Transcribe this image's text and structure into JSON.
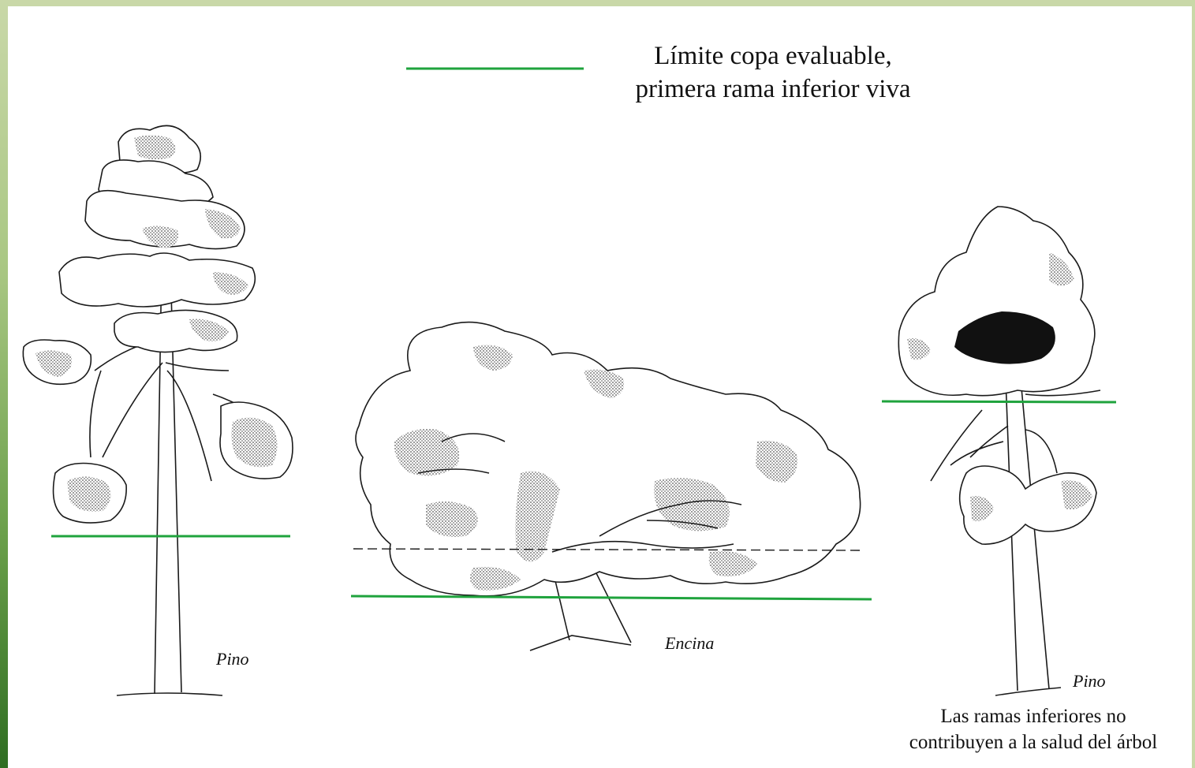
{
  "legend": {
    "line_color": "#1fa33d",
    "text_line1": "Límite copa evaluable,",
    "text_line2": "primera rama inferior viva"
  },
  "trees": [
    {
      "id": "pino-left",
      "label": "Pino"
    },
    {
      "id": "encina",
      "label": "Encina"
    },
    {
      "id": "pino-right",
      "label": "Pino"
    }
  ],
  "note": {
    "line1": "Las ramas inferiores no",
    "line2": "contribuyen a la salud del árbol"
  },
  "colors": {
    "frame_light": "#c9d8a8",
    "frame_dark": "#2f6e22",
    "crown_limit": "#1fa33d",
    "outline": "#1a1a1a",
    "shading": "#8a8a8a"
  }
}
